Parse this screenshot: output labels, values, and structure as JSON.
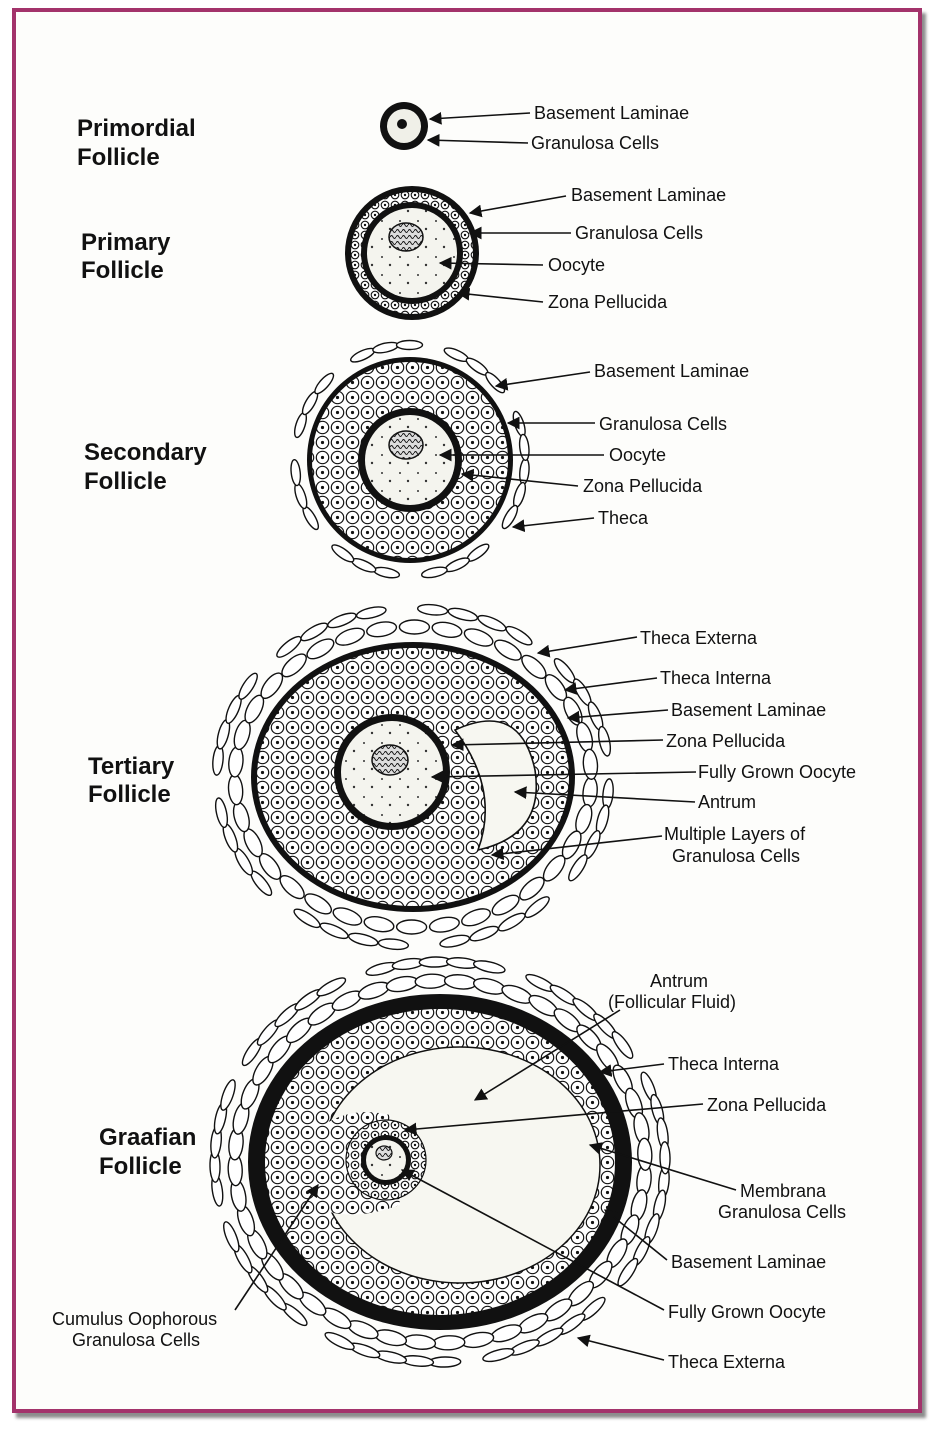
{
  "frame_color": "#a3336b",
  "stages": {
    "primordial": {
      "title": [
        "Primordial",
        "Follicle"
      ],
      "labels": [
        "Basement Laminae",
        "Granulosa Cells"
      ]
    },
    "primary": {
      "title": [
        "Primary",
        "Follicle"
      ],
      "labels": [
        "Basement Laminae",
        "Granulosa Cells",
        "Oocyte",
        "Zona Pellucida"
      ]
    },
    "secondary": {
      "title": [
        "Secondary",
        "Follicle"
      ],
      "labels": [
        "Basement Laminae",
        "Granulosa Cells",
        "Oocyte",
        "Zona Pellucida",
        "Theca"
      ]
    },
    "tertiary": {
      "title": [
        "Tertiary",
        "Follicle"
      ],
      "labels": [
        "Theca Externa",
        "Theca Interna",
        "Basement Laminae",
        "Zona Pellucida",
        "Fully Grown Oocyte",
        "Antrum",
        "Multiple Layers of",
        "Granulosa Cells"
      ]
    },
    "graafian": {
      "title": [
        "Graafian",
        "Follicle"
      ],
      "labels": [
        "Antrum",
        "(Follicular Fluid)",
        "Theca Interna",
        "Zona Pellucida",
        "Membrana",
        "Granulosa Cells",
        "Basement Laminae",
        "Fully Grown Oocyte",
        "Theca Externa",
        "Cumulus Oophorous",
        "Granulosa Cells"
      ]
    }
  }
}
